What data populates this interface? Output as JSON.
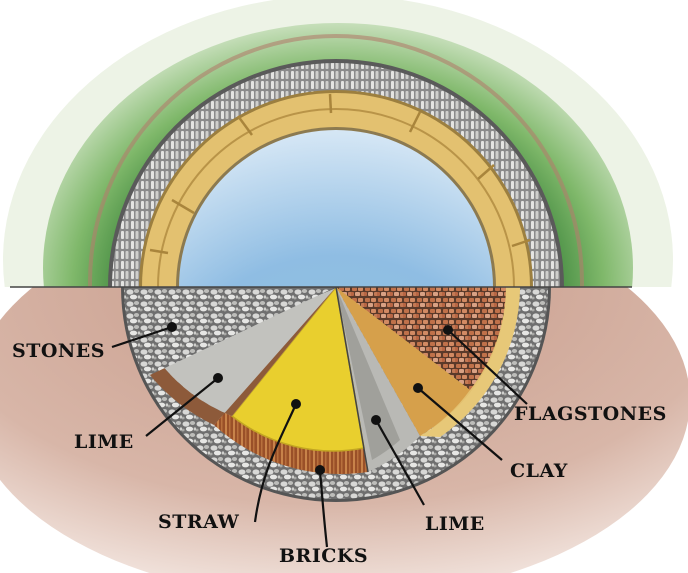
{
  "labels": {
    "stones": "STONES",
    "lime_left": "LIME",
    "straw": "STRAW",
    "bricks": "BRICKS",
    "lime_right": "LIME",
    "clay": "CLAY",
    "flagstones": "FLAGSTONES"
  },
  "colors": {
    "water": "#8fbde3",
    "grass": "#5a9a4a",
    "soil": "#c9a494",
    "sandstone": "#e3c170",
    "lime": "#b9b9b5",
    "straw": "#e9cf2e",
    "brick": "#a2562f",
    "clay": "#d6a04b",
    "stones": "#8a8a8a"
  }
}
